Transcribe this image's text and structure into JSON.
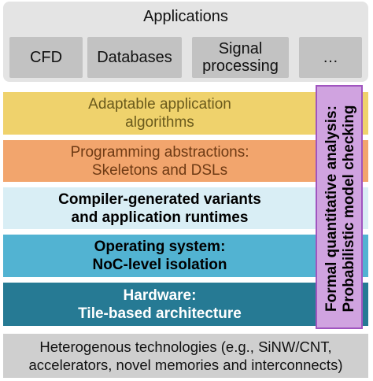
{
  "applications": {
    "title": "Applications",
    "items": [
      {
        "line1": "CFD",
        "line2": ""
      },
      {
        "line1": "Databases",
        "line2": ""
      },
      {
        "line1": "Signal",
        "line2": "processing"
      },
      {
        "line1": "…",
        "line2": ""
      }
    ]
  },
  "layers": [
    {
      "line1": "Adaptable application",
      "line2": "algorithms",
      "color": "#efd26c",
      "text_color": "#6a5a1c"
    },
    {
      "line1": "Programming abstractions:",
      "line2": "Skeletons and DSLs",
      "color": "#f2a56d",
      "text_color": "#6e3a14"
    },
    {
      "line1": "Compiler-generated variants",
      "line2": "and application runtimes",
      "color": "#d9eef5",
      "text_color": "#000000"
    },
    {
      "line1": "Operating system:",
      "line2": "NoC-level isolation",
      "color": "#52b3d2",
      "text_color": "#000000"
    },
    {
      "line1": "Hardware:",
      "line2": "Tile-based architecture",
      "color": "#267a94",
      "text_color": "#ffffff"
    }
  ],
  "formal": {
    "line1": "Formal quantitative analysis:",
    "line2": "Probabilistic model checking",
    "color": "#d0a3e0",
    "border": "#a055bf"
  },
  "hetero": {
    "line1": "Heterogenous technologies (e.g., SiNW/CNT,",
    "line2": "accelerators, novel memories and interconnects)"
  }
}
